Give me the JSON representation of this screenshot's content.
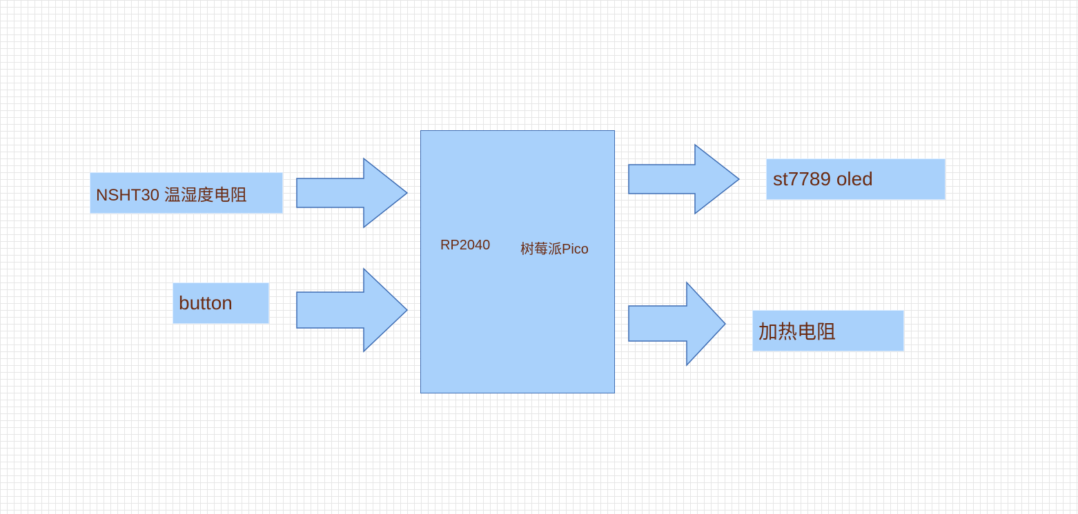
{
  "inputs": {
    "sensor_label": "NSHT30 温湿度电阻",
    "button_label": "button"
  },
  "mcu": {
    "chip_label": "RP2040",
    "board_label": "树莓派Pico"
  },
  "outputs": {
    "display_label": "st7789 oled",
    "heater_label": "加热电阻"
  },
  "colors": {
    "box_fill": "#a9d1fb",
    "stroke": "#3d6cb3",
    "text": "#6b2b12",
    "grid": "#e6e6e6"
  }
}
